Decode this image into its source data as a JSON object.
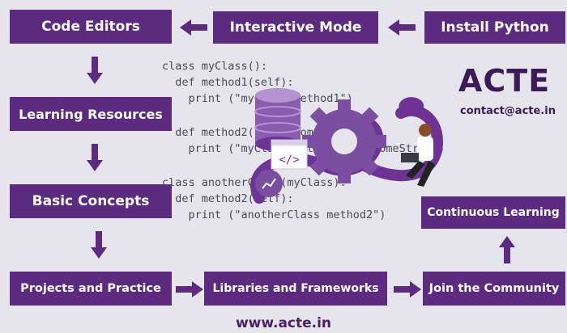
{
  "flow": {
    "install_python": "Install Python",
    "interactive_mode": "Interactive Mode",
    "code_editors": "Code Editors",
    "learning_resources": "Learning Resources",
    "basic_concepts": "Basic Concepts",
    "projects_practice": "Projects and Practice",
    "libraries_frameworks": "Libraries and Frameworks",
    "join_community": "Join the Community",
    "continuous_learning": "Continuous Learning"
  },
  "code_lines": [
    "class myClass():",
    "  def method1(self):",
    "    print (\"myClass method1\")",
    "  def method2(self, someString):",
    "    print (\"myClass method2 \" + someString)",
    "class anotherClass(myClass):",
    "  def method2(self):",
    "    print (\"anotherClass method2\")"
  ],
  "brand": {
    "logo": "ACTE",
    "contact": "contact@acte.in",
    "website": "www.acte.in"
  },
  "colors": {
    "box": "#5c2a7e",
    "background": "#e6e4ec",
    "accent": "#7b3fa1"
  }
}
